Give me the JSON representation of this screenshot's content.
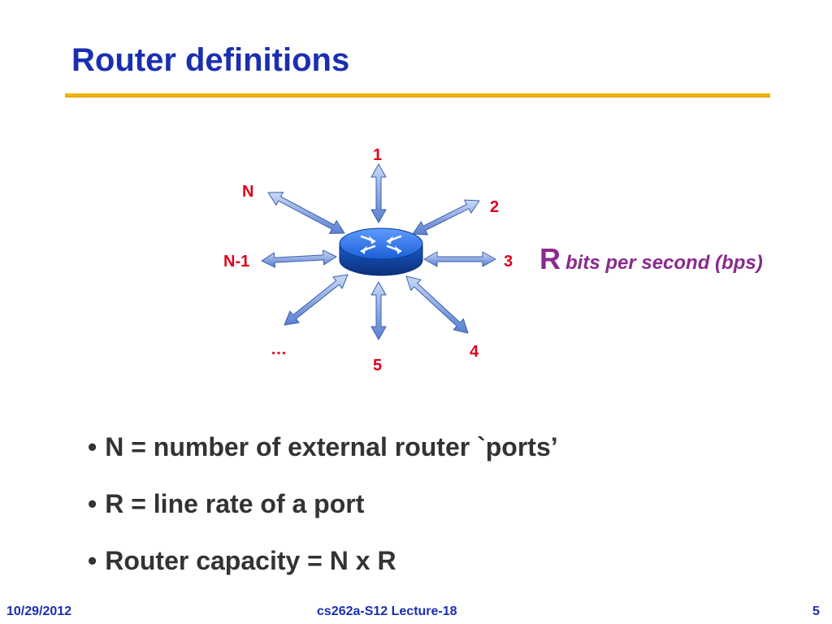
{
  "slide": {
    "title": "Router definitions",
    "accent_color": "#1a2fb0",
    "rule_color": "#f0b400",
    "port_label_color": "#e0001b",
    "rate_color": "#8b2a8e"
  },
  "diagram": {
    "center_icon": "router-icon",
    "ports": [
      {
        "label": "1"
      },
      {
        "label": "2"
      },
      {
        "label": "3"
      },
      {
        "label": "4"
      },
      {
        "label": "5"
      },
      {
        "label": "…"
      },
      {
        "label": "N-1"
      },
      {
        "label": "N"
      }
    ],
    "rate_symbol": "R",
    "rate_text": "bits per second (bps)"
  },
  "bullets": [
    "N = number of external router `ports’",
    "R = line rate of a port",
    "Router capacity = N x R"
  ],
  "footer": {
    "date": "10/29/2012",
    "course": "cs262a-S12 Lecture-18",
    "page": "5"
  }
}
